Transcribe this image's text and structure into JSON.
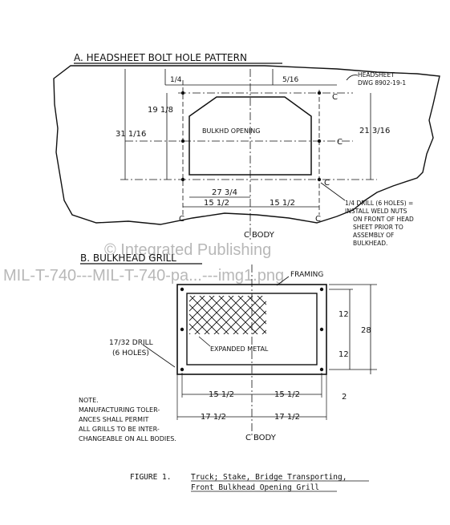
{
  "watermark": {
    "line1": "© Integrated Publishing",
    "line2": "MIL-T-740---MIL-T-740-pa...---img1.png"
  },
  "section_a": {
    "title": "A. HEADSHEET BOLT HOLE PATTERN",
    "opening_label": "BULKHD OPENING",
    "dims": {
      "top_small": "1/4",
      "top_right": "5/16",
      "inner_height": "19 1/8",
      "outer_height": "31 1/16",
      "right_height": "21 3/16",
      "width_inner": "27 3/4",
      "half_left": "15 1/2",
      "half_right": "15 1/2"
    },
    "centerline_label": "C",
    "body_label": "BODY",
    "headsheet_note_1": "HEADSHEET",
    "headsheet_note_2": "DWG 8902-19-1",
    "drill_note": [
      "1/4 DRILL (6 HOLES) =",
      "INSTALL WELD NUTS",
      "ON FRONT OF HEAD",
      "SHEET PRIOR TO",
      "ASSEMBLY OF",
      "BULKHEAD."
    ]
  },
  "section_b": {
    "title": "B. BULKHEAD GRILL",
    "framing": "FRAMING",
    "expanded_metal": "EXPANDED METAL",
    "drill_1": "17/32 DRILL",
    "drill_2": "(6 HOLES)",
    "dims": {
      "v_top": "12",
      "v_bottom": "12",
      "v_total": "28",
      "h_inner_left": "15 1/2",
      "h_inner_right": "15 1/2",
      "h_outer_left": "17 1/2",
      "h_outer_right": "17 1/2",
      "small_gap": "2"
    },
    "body_label": "BODY"
  },
  "note": [
    "NOTE.",
    "MANUFACTURING TOLER-",
    "ANCES SHALL PERMIT",
    "ALL GRILLS TO BE INTER-",
    "CHANGEABLE ON ALL BODIES."
  ],
  "caption": {
    "label": "FIGURE 1.",
    "line1": "Truck; Stake, Bridge Transporting,",
    "line2": "Front Bulkhead Opening Grill"
  }
}
